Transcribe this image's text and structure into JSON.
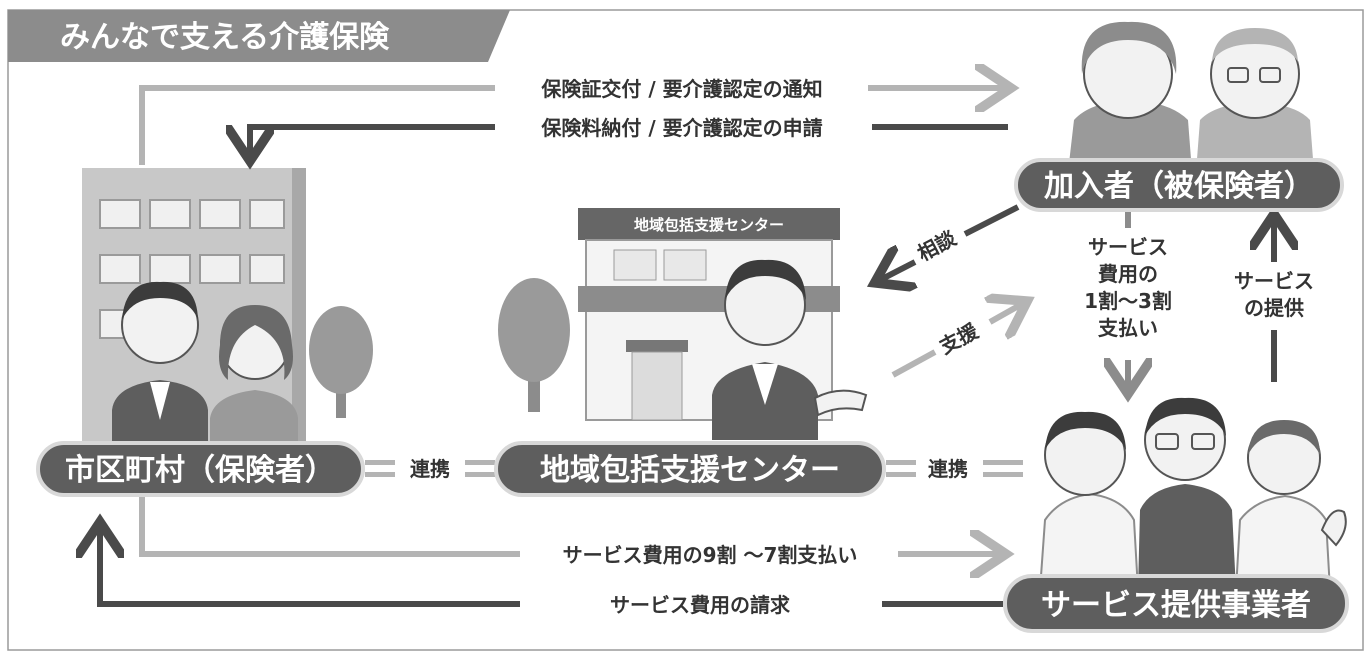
{
  "title": "みんなで支える介護保険",
  "colors": {
    "dark": "#4a4a4a",
    "mid": "#8c8c8c",
    "light": "#b4b4b4",
    "pale": "#dcdcdc"
  },
  "nodes": {
    "municipality": "市区町村（保険者）",
    "center": "地域包括支援センター",
    "insured": "加入者（被保険者）",
    "provider": "サービス提供事業者",
    "center_sign": "地域包括支援センター"
  },
  "flows": {
    "issue_notice": "保険証交付 / 要介護認定の通知",
    "premium_application": "保険料納付 / 要介護認定の申請",
    "consult": "相談",
    "support": "支援",
    "copay_line1": "サービス",
    "copay_line2": "費用の",
    "copay_line3": "1割〜3割",
    "copay_line4": "支払い",
    "service_line1": "サービス",
    "service_line2": "の提供",
    "link_left": "連携",
    "link_right": "連携",
    "payment_90_70": "サービス費用の9割 〜7割支払い",
    "billing": "サービス費用の請求"
  },
  "icons": [
    "building-icon",
    "municipal-staff-icon",
    "tree-icon",
    "center-building-icon",
    "center-staff-icon",
    "elderly-couple-icon",
    "care-workers-icon"
  ]
}
